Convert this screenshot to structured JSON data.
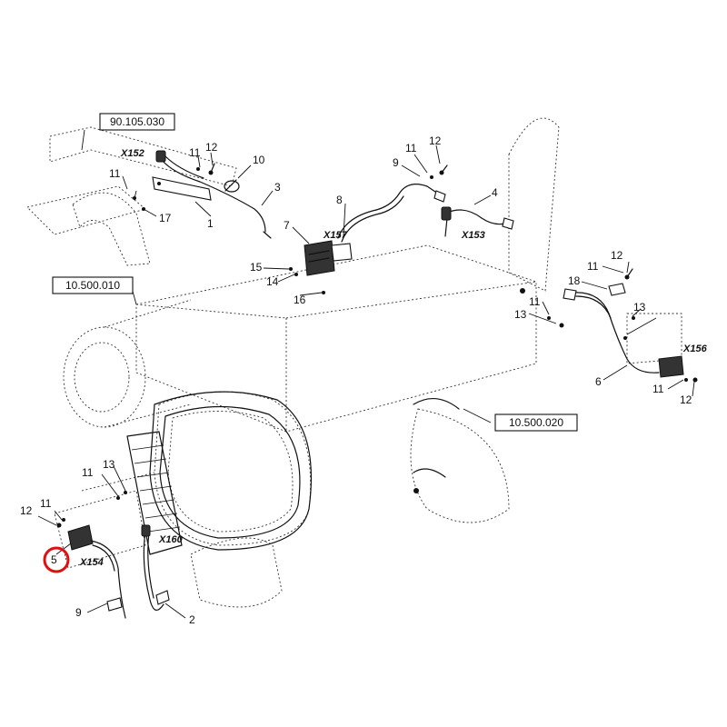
{
  "diagram": {
    "references": [
      {
        "id": "ref-top-left",
        "label": "90.105.030"
      },
      {
        "id": "ref-mid-left",
        "label": "10.500.010"
      },
      {
        "id": "ref-mid-right",
        "label": "10.500.020"
      }
    ],
    "connectors": [
      "X152",
      "X157",
      "X153",
      "X156",
      "X160",
      "X154"
    ],
    "callouts": [
      "12",
      "11",
      "10",
      "3",
      "1",
      "17",
      "11",
      "11",
      "12",
      "9",
      "8",
      "4",
      "7",
      "15",
      "14",
      "16",
      "12",
      "11",
      "18",
      "11",
      "13",
      "13",
      "6",
      "11",
      "12",
      "11",
      "13",
      "12",
      "11",
      "5",
      "9",
      "2"
    ],
    "highlight": {
      "callout": "5",
      "color": "#e01010"
    }
  }
}
